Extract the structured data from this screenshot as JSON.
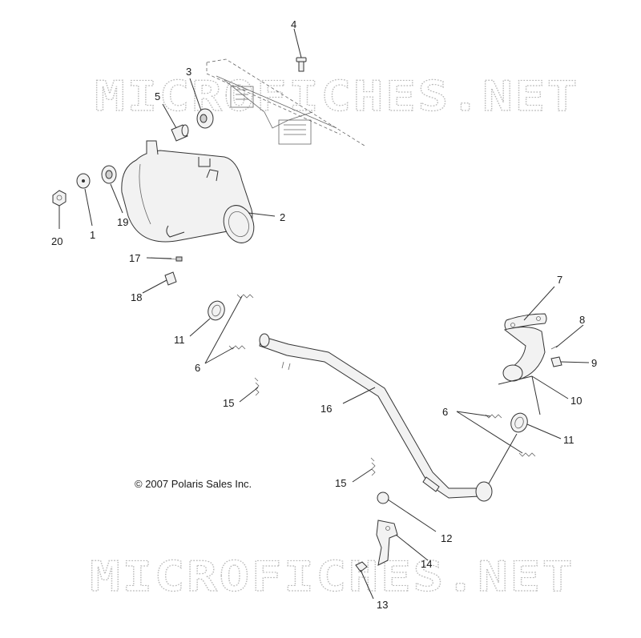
{
  "watermark": "MICROFICHES.NET",
  "copyright": "© 2007 Polaris Sales Inc.",
  "callouts": {
    "c1": "1",
    "c2": "2",
    "c3": "3",
    "c4": "4",
    "c5": "5",
    "c6a": "6",
    "c6b": "6",
    "c7": "7",
    "c8": "8",
    "c9": "9",
    "c10": "10",
    "c11a": "11",
    "c11b": "11",
    "c12": "12",
    "c13": "13",
    "c14": "14",
    "c15a": "15",
    "c15b": "15",
    "c16": "16",
    "c17": "17",
    "c18": "18",
    "c19": "19",
    "c20": "20"
  }
}
